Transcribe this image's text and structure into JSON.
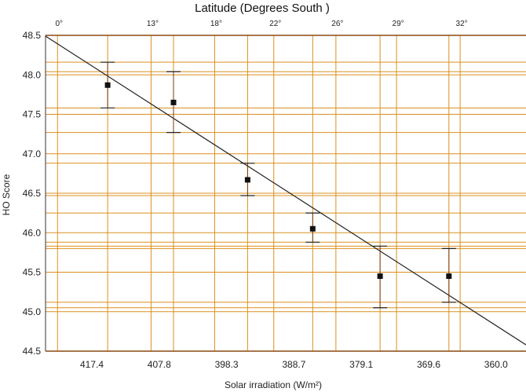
{
  "chart_data": {
    "type": "scatter",
    "title": "Latitude (Degrees South )",
    "xlabel": "Solar irradiation (W/m²)",
    "ylabel": "HO Score",
    "xlim": [
      420.3,
      356.1
    ],
    "ylim": [
      44.5,
      48.5
    ],
    "x_ticks": [
      "417.4",
      "407.8",
      "398.3",
      "388.7",
      "379.1",
      "369.6",
      "360.0"
    ],
    "y_ticks": [
      "44.5",
      "45.0",
      "45.5",
      "46.0",
      "46.5",
      "47.0",
      "47.5",
      "48.0",
      "48.5"
    ],
    "top_axis": {
      "label": "Latitude (Degrees South )",
      "ticks": [
        {
          "label": "0°",
          "x": 418.7
        },
        {
          "label": "13°",
          "x": 406.2
        },
        {
          "label": "18°",
          "x": 397.7
        },
        {
          "label": "22°",
          "x": 389.8
        },
        {
          "label": "26°",
          "x": 381.5
        },
        {
          "label": "29°",
          "x": 373.4
        },
        {
          "label": "32°",
          "x": 364.9
        }
      ]
    },
    "series": [
      {
        "points": [
          {
            "x": 412.0,
            "y": 47.87,
            "err_low": 47.58,
            "err_high": 48.16
          },
          {
            "x": 403.2,
            "y": 47.65,
            "err_low": 47.27,
            "err_high": 48.04
          },
          {
            "x": 393.3,
            "y": 46.67,
            "err_low": 46.47,
            "err_high": 46.88
          },
          {
            "x": 384.6,
            "y": 46.05,
            "err_low": 45.88,
            "err_high": 46.25
          },
          {
            "x": 375.6,
            "y": 45.45,
            "err_low": 45.05,
            "err_high": 45.83
          },
          {
            "x": 366.4,
            "y": 45.45,
            "err_low": 45.12,
            "err_high": 45.8
          }
        ]
      }
    ],
    "trendline": {
      "x": [
        420.3,
        356.1
      ],
      "y": [
        48.49,
        44.58
      ]
    },
    "grid": true,
    "colors": {
      "grid": "#d9901f",
      "marker": "#111111",
      "error_bar": "#7a3a10",
      "trendline": "#222222",
      "axis": "#333333"
    }
  }
}
